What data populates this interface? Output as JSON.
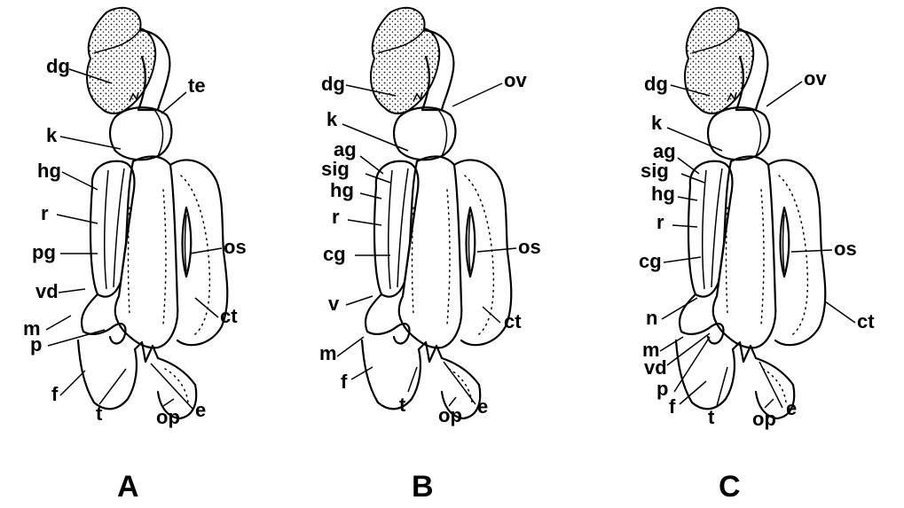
{
  "panels": [
    {
      "letter": "A",
      "labels": {
        "dg": "dg",
        "te": "te",
        "k": "k",
        "hg": "hg",
        "r": "r",
        "pg": "pg",
        "os": "os",
        "vd": "vd",
        "ct": "ct",
        "m": "m",
        "p": "p",
        "f": "f",
        "t": "t",
        "e": "e",
        "op": "op"
      }
    },
    {
      "letter": "B",
      "labels": {
        "dg": "dg",
        "ov": "ov",
        "k": "k",
        "ag": "ag",
        "sig": "sig",
        "hg": "hg",
        "r": "r",
        "cg": "cg",
        "os": "os",
        "v": "v",
        "ct": "ct",
        "m": "m",
        "f": "f",
        "t": "t",
        "e": "e",
        "op": "op"
      }
    },
    {
      "letter": "C",
      "labels": {
        "dg": "dg",
        "ov": "ov",
        "k": "k",
        "ag": "ag",
        "sig": "sig",
        "hg": "hg",
        "r": "r",
        "cg": "cg",
        "os": "os",
        "n": "n",
        "ct": "ct",
        "m": "m",
        "vd": "vd",
        "p": "p",
        "f": "f",
        "t": "t",
        "e": "e",
        "op": "op"
      }
    }
  ]
}
